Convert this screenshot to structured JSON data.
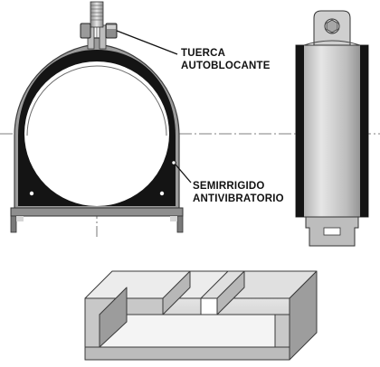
{
  "labels": {
    "nut": [
      "TUERCA",
      "AUTOBLOCANTE"
    ],
    "rubber": [
      "SEMIRRIGIDO",
      "ANTIVIBRATORIO"
    ]
  },
  "colors": {
    "metal": "#a9a9a9",
    "metal_light": "#d8d8d8",
    "metal_dark": "#5c5c5c",
    "rubber": "#141414",
    "centerline": "#555555"
  },
  "icons": [
    "lock-nut",
    "pipe-clamp",
    "c-channel-rail"
  ]
}
